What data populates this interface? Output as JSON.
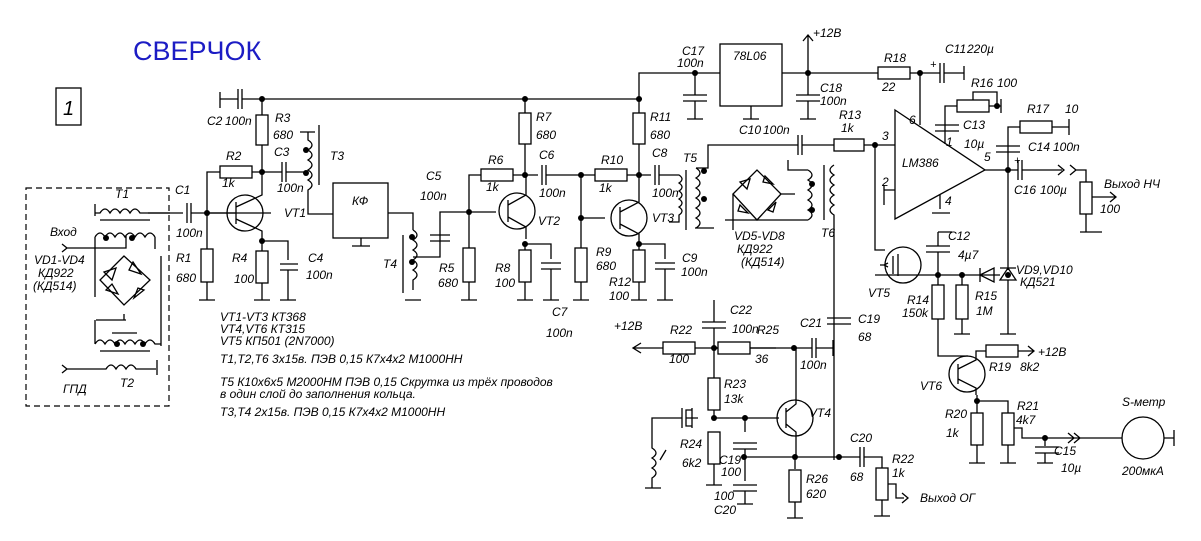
{
  "title": "СВЕРЧОК",
  "sheet_number": "1",
  "colors": {
    "title": "#1c1cc4",
    "line": "#000000",
    "background": "#ffffff"
  },
  "input_block": {
    "transformers": [
      "T1",
      "T2"
    ],
    "input_label": "Вход",
    "gpd_label": "ГПД",
    "diodes": [
      "VD1-VD4",
      "КД922",
      "(КД514)"
    ]
  },
  "components": {
    "C1": {
      "ref": "C1",
      "value": "100n"
    },
    "C2": {
      "ref": "C2",
      "value": "100n"
    },
    "C3": {
      "ref": "C3",
      "value": "100n"
    },
    "C4": {
      "ref": "C4",
      "value": "100n"
    },
    "C5": {
      "ref": "C5",
      "value": "100n"
    },
    "C6": {
      "ref": "C6",
      "value": "100n"
    },
    "C7": {
      "ref": "C7",
      "value": "100n"
    },
    "C8": {
      "ref": "C8",
      "value": "100n"
    },
    "C9": {
      "ref": "C9",
      "value": "100n"
    },
    "C10": {
      "ref": "C10",
      "value": "100n"
    },
    "C11": {
      "ref": "C11",
      "value": "220µ"
    },
    "C12": {
      "ref": "C12",
      "value": "4µ7"
    },
    "C13": {
      "ref": "C13",
      "value": "10µ"
    },
    "C14": {
      "ref": "C14",
      "value": "100n"
    },
    "C15": {
      "ref": "C15",
      "value": "10µ"
    },
    "C16": {
      "ref": "C16",
      "value": "100µ"
    },
    "C17": {
      "ref": "C17",
      "value": "100n"
    },
    "C18": {
      "ref": "C18",
      "value": "100n"
    },
    "C19": {
      "ref": "C19",
      "value": "68"
    },
    "C19b": {
      "ref": "C19",
      "value": "100"
    },
    "C20": {
      "ref": "C20",
      "value": "68"
    },
    "C20b": {
      "ref": "C20",
      "value": "100"
    },
    "C21": {
      "ref": "C21",
      "value": "100n"
    },
    "C22": {
      "ref": "C22",
      "value": "100n"
    },
    "R1": {
      "ref": "R1",
      "value": "680"
    },
    "R2": {
      "ref": "R2",
      "value": "1k"
    },
    "R3": {
      "ref": "R3",
      "value": "680"
    },
    "R4": {
      "ref": "R4",
      "value": "100"
    },
    "R5": {
      "ref": "R5",
      "value": "680"
    },
    "R6": {
      "ref": "R6",
      "value": "1k"
    },
    "R7": {
      "ref": "R7",
      "value": "680"
    },
    "R8": {
      "ref": "R8",
      "value": "100"
    },
    "R9": {
      "ref": "R9",
      "value": "680"
    },
    "R10": {
      "ref": "R10",
      "value": "1k"
    },
    "R11": {
      "ref": "R11",
      "value": "680"
    },
    "R12": {
      "ref": "R12",
      "value": "100"
    },
    "R13": {
      "ref": "R13",
      "value": "1k"
    },
    "R14": {
      "ref": "R14",
      "value": "150k"
    },
    "R15": {
      "ref": "R15",
      "value": "1M"
    },
    "R16": {
      "ref": "R16",
      "value": "100"
    },
    "R17": {
      "ref": "R17",
      "value": "10"
    },
    "R18": {
      "ref": "R18",
      "value": "22"
    },
    "R19": {
      "ref": "R19",
      "value": "8k2"
    },
    "R20": {
      "ref": "R20",
      "value": "1k"
    },
    "R21": {
      "ref": "R21",
      "value": "4k7"
    },
    "R22": {
      "ref": "R22",
      "value": "100"
    },
    "R22b": {
      "ref": "R22",
      "value": "1k"
    },
    "R23": {
      "ref": "R23",
      "value": "13k"
    },
    "R24": {
      "ref": "R24",
      "value": "6k2"
    },
    "R25": {
      "ref": "R25",
      "value": "36"
    },
    "R26": {
      "ref": "R26",
      "value": "620"
    },
    "VT1": "VT1",
    "VT2": "VT2",
    "VT3": "VT3",
    "VT4": "VT4",
    "VT5": "VT5",
    "VT6": "VT6",
    "T3": "T3",
    "T4": "T4",
    "T5": "T5",
    "T6": "T6",
    "KF": "КФ",
    "regulator": "78L06",
    "amp": "LM386",
    "amp_pins": {
      "p1": "1",
      "p2": "2",
      "p3": "3",
      "p4": "4",
      "p5": "5",
      "p6": "6"
    },
    "VD5_8": [
      "VD5-VD8",
      "КД922",
      "(КД514)"
    ],
    "VD9_10": [
      "VD9,VD10",
      "КД521"
    ],
    "pot_out_value": "100"
  },
  "power": {
    "plus12": "+12В"
  },
  "outputs": {
    "lf_out": "Выход НЧ",
    "og_out": "Выход ОГ",
    "smeter": "S-метр",
    "smeter_value": "200мкА"
  },
  "notes": [
    "VT1-VT3  КТ368",
    "VT4,VT6  КТ315",
    "VT5  КП501  (2N7000)",
    "T1,T2,T6  3х15в. ПЭВ 0,15 К7х4х2 М1000НН",
    "T5 К10х6х5 М2000НМ  ПЭВ 0,15 Скрутка из трёх проводов",
    "в один слой до заполнения кольца.",
    "T3,T4 2х15в. ПЭВ 0,15 К7х4х2 М1000НН"
  ]
}
